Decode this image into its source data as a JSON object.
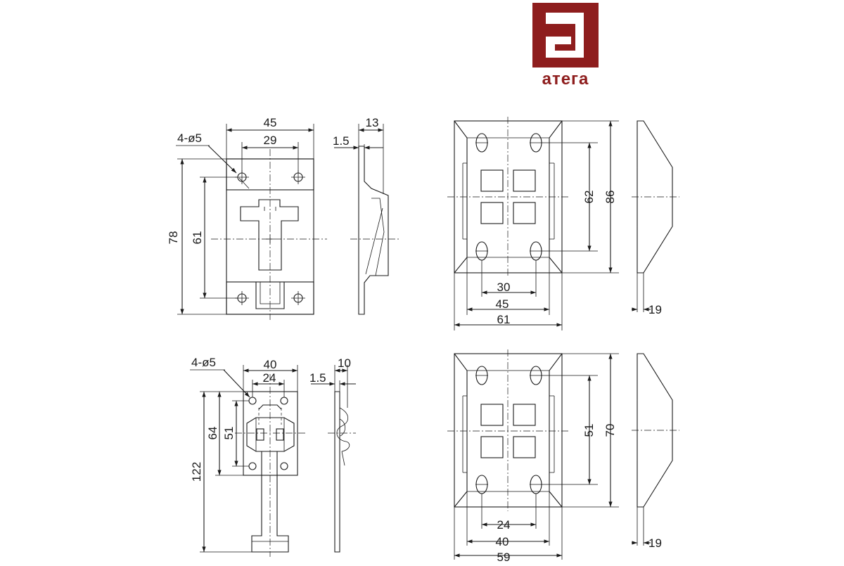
{
  "brand": {
    "name": "атега",
    "color": "#8e1d1d",
    "icon": "stylized-letter-a-logo"
  },
  "drawings": {
    "latch_top": {
      "holes_label": "4-ø5",
      "width_outer": "45",
      "width_holes": "29",
      "height_outer": "78",
      "height_holes": "61"
    },
    "latch_top_side": {
      "depth": "13",
      "thickness": "1.5"
    },
    "keeper_top": {
      "hole_spacing_v": "62",
      "height": "86",
      "hole_spacing_h": "30",
      "width_mid": "45",
      "width_outer": "61"
    },
    "keeper_top_side": {
      "depth": "19"
    },
    "latch_bottom": {
      "holes_label": "4-ø5",
      "width_outer": "40",
      "width_holes": "24",
      "height_plate": "64",
      "height_holes": "51",
      "height_total": "122"
    },
    "latch_bottom_side": {
      "depth": "10",
      "thickness": "1.5"
    },
    "keeper_bottom": {
      "hole_spacing_v": "51",
      "height": "70",
      "hole_spacing_h": "24",
      "width_mid": "40",
      "width_outer": "59"
    },
    "keeper_bottom_side": {
      "depth": "19"
    }
  }
}
